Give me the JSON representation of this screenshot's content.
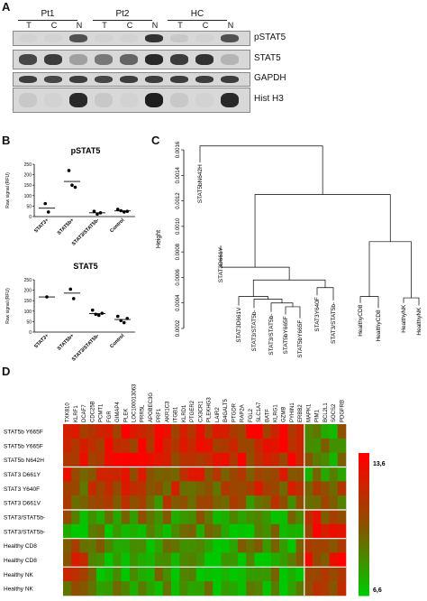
{
  "panel_a": {
    "label": "A",
    "groups": [
      "Pt1",
      "Pt2",
      "HC"
    ],
    "lanes": [
      "T",
      "C",
      "N",
      "T",
      "C",
      "N",
      "T",
      "C",
      "N"
    ],
    "bands": [
      "pSTAT5",
      "STAT5",
      "GAPDH",
      "Hist H3"
    ]
  },
  "panel_b": {
    "label": "B",
    "ylabel": "Raw signal (RFU)",
    "plots": [
      {
        "title": "pSTAT5",
        "yticks": [
          "0",
          "50",
          "100",
          "150",
          "200",
          "250"
        ],
        "categories": [
          "STAT3+",
          "STAT5b+",
          "STAT3/STAT5b-",
          "Control"
        ]
      },
      {
        "title": "STAT5",
        "yticks": [
          "0",
          "50",
          "100",
          "150",
          "200",
          "250"
        ],
        "categories": [
          "STAT3+",
          "STAT5b+",
          "STAT3/STAT5b-",
          "Control"
        ]
      }
    ]
  },
  "panel_c": {
    "label": "C",
    "ylabel": "Height",
    "yticks": [
      "0.0002",
      "0.0004",
      "0.0006",
      "0.0008",
      "0.0010",
      "0.0012",
      "0.0014",
      "0.0016"
    ],
    "leaves": [
      "STAT5bN642H",
      "STAT3D661Y",
      "STAT3D661V",
      "STAT3/STAT5b-",
      "STAT3/STAT5b-",
      "STAT5bY665F",
      "STAT5bY665F",
      "STAT3Y640F",
      "STAT3/STAT5b-",
      "HealthyCD8",
      "HealthyCD8",
      "HealthyNK",
      "HealthyNK"
    ]
  },
  "panel_d": {
    "label": "D",
    "genes": [
      "TXK810",
      "KLRF1",
      "DCAF7",
      "CDC25B",
      "PCMT1",
      "FGR",
      "GIMAP4",
      "PLEK",
      "LOC100013063",
      "PRR5L",
      "APOBEC3G",
      "PRF1",
      "AKR1C3",
      "ITGB1",
      "KLRD1",
      "PTGER2",
      "CX3CR1",
      "PLEKHG3",
      "LAIR2",
      "B4GALT5",
      "PTGDR",
      "RAP2A",
      "FGL2",
      "SLC1A7",
      "BATF",
      "KLRG1",
      "GZMB",
      "PYHIN1",
      "ERBB2",
      "MAPK1",
      "PIM1",
      "BCL2L1",
      "SOCS2",
      "PDGFRB"
    ],
    "rows": [
      "STAT5b Y665F",
      "STAT5b Y665F",
      "STAT5b N642H",
      "STAT3 D661Y",
      "STAT3 Y640F",
      "STAT3 D661V",
      "STAT3/STAT5b-",
      "STAT3/STAT5b-",
      "Healthy CD8",
      "Healthy CD8",
      "Healthy NK",
      "Healthy NK"
    ],
    "scale_max": "13,6",
    "scale_min": "6,6"
  },
  "chart_data": [
    {
      "type": "scatter",
      "title": "pSTAT5",
      "ylabel": "Raw signal (RFU)",
      "ylim": [
        0,
        250
      ],
      "categories": [
        "STAT3+",
        "STAT5b+",
        "STAT3/STAT5b-",
        "Control"
      ],
      "points": [
        {
          "category": "STAT3+",
          "values": [
            62,
            22
          ]
        },
        {
          "category": "STAT5b+",
          "values": [
            220,
            150,
            140
          ]
        },
        {
          "category": "STAT3/STAT5b-",
          "values": [
            25,
            12,
            18
          ]
        },
        {
          "category": "Control",
          "values": [
            35,
            28,
            22,
            25
          ]
        }
      ],
      "means": [
        40,
        168,
        18,
        27
      ]
    },
    {
      "type": "scatter",
      "title": "STAT5",
      "ylabel": "Raw signal (RFU)",
      "ylim": [
        0,
        250
      ],
      "categories": [
        "STAT3+",
        "STAT5b+",
        "STAT3/STAT5b-",
        "Control"
      ],
      "points": [
        {
          "category": "STAT3+",
          "values": [
            168
          ]
        },
        {
          "category": "STAT5b+",
          "values": [
            205,
            160
          ]
        },
        {
          "category": "STAT3/STAT5b-",
          "values": [
            105,
            85,
            80,
            90
          ]
        },
        {
          "category": "Control",
          "values": [
            75,
            55,
            45,
            65
          ]
        }
      ],
      "means": [
        168,
        186,
        88,
        60
      ]
    }
  ]
}
